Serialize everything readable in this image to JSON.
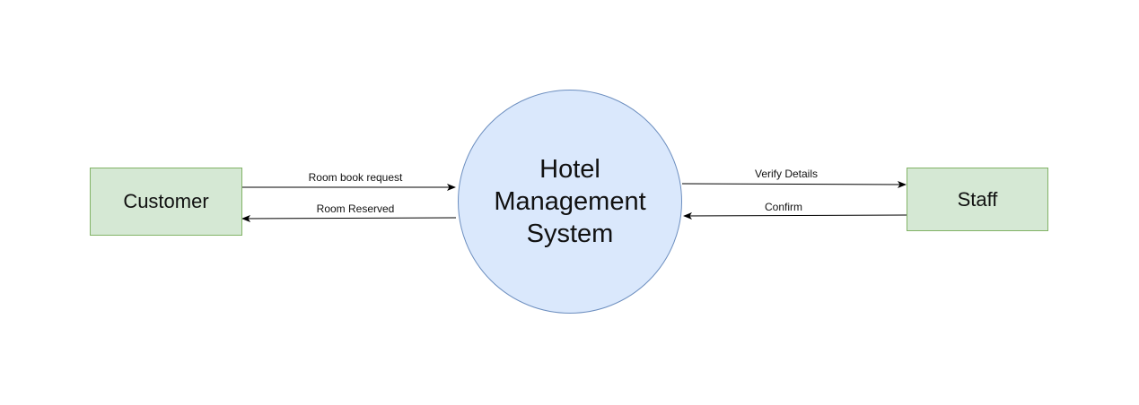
{
  "colors": {
    "entity_fill": "#d5e8d4",
    "entity_stroke": "#82b366",
    "process_fill": "#dae8fc",
    "process_stroke": "#6c8ebf",
    "line": "#000000"
  },
  "entities": {
    "customer": "Customer",
    "staff": "Staff"
  },
  "process": {
    "label": "Hotel\nManagement\nSystem"
  },
  "flows": {
    "room_book_request": "Room book request",
    "room_reserved": "Room Reserved",
    "verify_details": "Verify Details",
    "confirm": "Confirm"
  }
}
